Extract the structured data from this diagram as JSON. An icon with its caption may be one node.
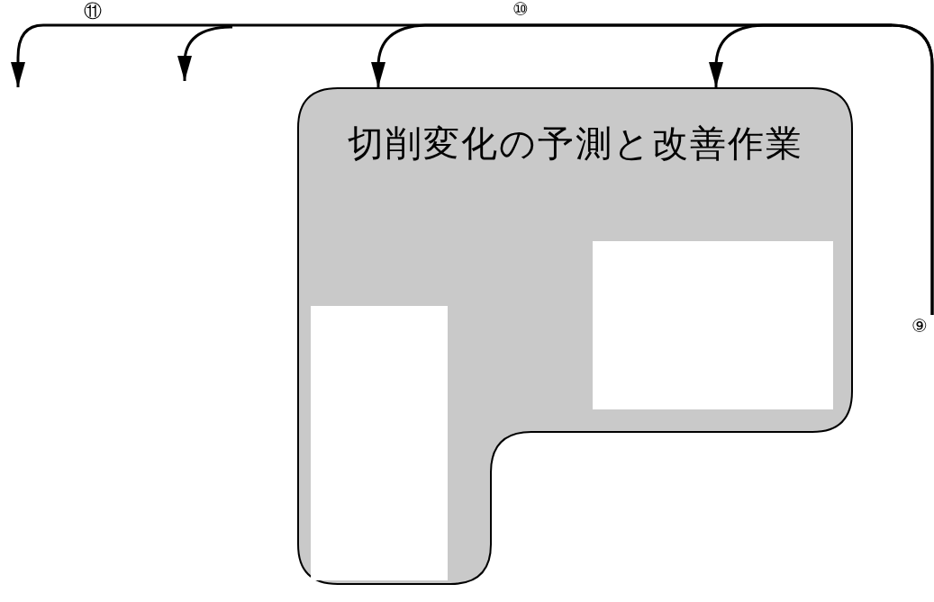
{
  "diagram": {
    "nodes": [
      {
        "text": [
          "切削変化の予測と改善作業"
        ]
      },
      {
        "text": [],
        "shape": "box",
        "in": 0
      },
      {
        "text": [],
        "shape": "box",
        "in": 0
      },
      {
        "text": [
          "⑨"
        ]
      }
    ],
    "edges": [
      {
        "from": 3,
        "to": 0,
        "arrow": "to"
      },
      {
        "from": 3,
        "to": 0,
        "arrow": "to"
      }
    ],
    "labels": [
      "⑪",
      "⑩"
    ]
  }
}
